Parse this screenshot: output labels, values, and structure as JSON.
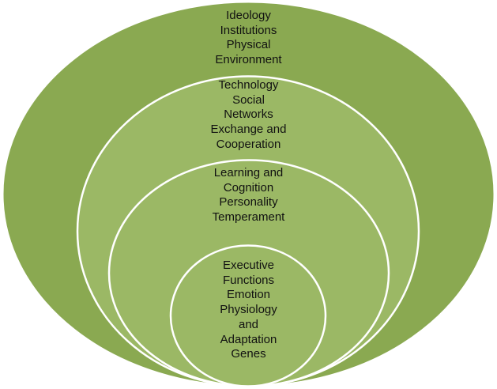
{
  "colors": {
    "outer_fill": "#8aa951",
    "inner_fill": "#9bb865",
    "ring_stroke": "#ffffff",
    "text": "#111111",
    "background": "#ffffff"
  },
  "rings": [
    {
      "id": "outer",
      "lines": [
        "Ideology",
        "Institutions",
        "Physical",
        "Environment"
      ]
    },
    {
      "id": "second",
      "lines": [
        "Technology",
        "Social",
        "Networks",
        "Exchange and",
        "Cooperation"
      ]
    },
    {
      "id": "third",
      "lines": [
        "Learning and",
        "Cognition",
        "Personality",
        "Temperament"
      ]
    },
    {
      "id": "inner",
      "lines": [
        "Executive",
        "Functions",
        "Emotion",
        "Physiology",
        "and",
        "Adaptation",
        "Genes"
      ]
    }
  ]
}
